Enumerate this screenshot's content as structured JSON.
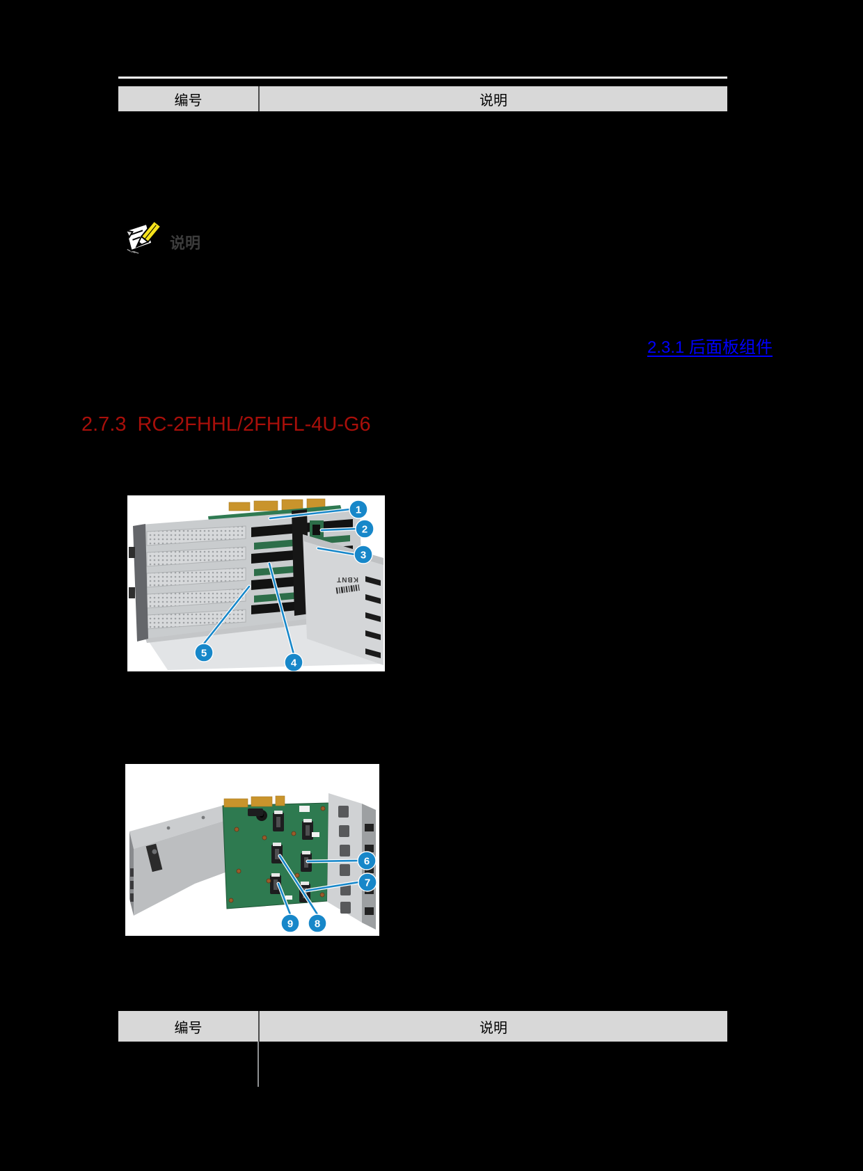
{
  "colors": {
    "page-bg": "#000000",
    "rule": "#FFFFFF",
    "table-header-bg": "#D8D8D8",
    "table-header-text": "#000000",
    "table-divider": "#4B4B4B",
    "heading-red": "#A80F0A",
    "link-blue": "#0000FF",
    "callout-blue": "#1787C9",
    "note-label": "#3C3C3C",
    "pencil-yellow": "#F5E21B"
  },
  "top_table": {
    "headers": [
      "编号",
      "说明"
    ]
  },
  "note": {
    "label": "说明"
  },
  "cross_link": {
    "text": "2.3.1 后面板组件"
  },
  "heading": {
    "number": "2.7.3",
    "title": "RC-2FHHL/2FHFL-4U-G6"
  },
  "figure1": {
    "chassis_label": "KBNT",
    "callouts": [
      "1",
      "2",
      "3",
      "4",
      "5"
    ]
  },
  "figure2": {
    "callouts": [
      "6",
      "7",
      "8",
      "9"
    ]
  },
  "bottom_table": {
    "headers": [
      "编号",
      "说明"
    ]
  }
}
